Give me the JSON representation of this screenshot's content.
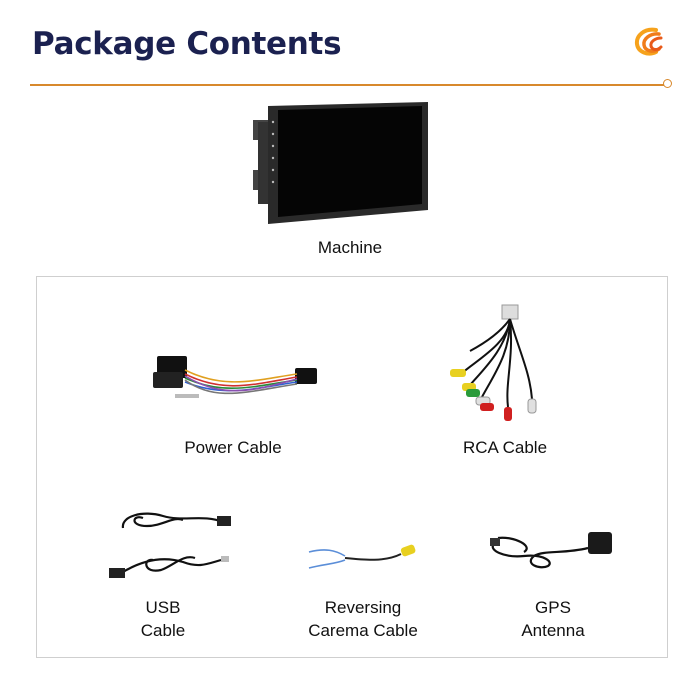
{
  "header": {
    "title": "Package Contents"
  },
  "main_item": {
    "label": "Machine"
  },
  "items": [
    {
      "label": "Power Cable"
    },
    {
      "label": "RCA Cable"
    },
    {
      "label_line1": "USB",
      "label_line2": "Cable"
    },
    {
      "label_line1": "Reversing",
      "label_line2": "Carema Cable"
    },
    {
      "label_line1": "GPS",
      "label_line2": "Antenna"
    }
  ],
  "colors": {
    "title": "#1b2150",
    "accent": "#d8892c",
    "border": "#cfcfcf"
  }
}
